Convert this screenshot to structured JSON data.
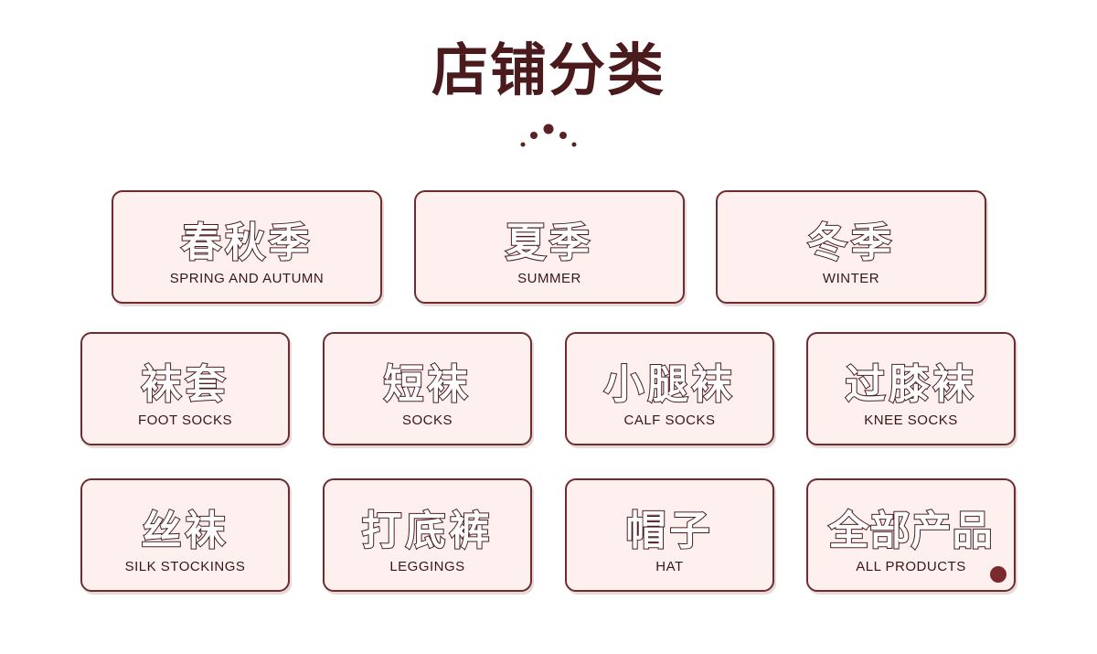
{
  "header": {
    "title": "店铺分类"
  },
  "categories": [
    {
      "cn": "春秋季",
      "en": "SPRING AND AUTUMN"
    },
    {
      "cn": "夏季",
      "en": "SUMMER"
    },
    {
      "cn": "冬季",
      "en": "WINTER"
    },
    {
      "cn": "袜套",
      "en": "FOOT SOCKS"
    },
    {
      "cn": "短袜",
      "en": "SOCKS"
    },
    {
      "cn": "小腿袜",
      "en": "CALF SOCKS"
    },
    {
      "cn": "过膝袜",
      "en": "KNEE SOCKS"
    },
    {
      "cn": "丝袜",
      "en": "SILK STOCKINGS"
    },
    {
      "cn": "打底裤",
      "en": "LEGGINGS"
    },
    {
      "cn": "帽子",
      "en": "HAT"
    },
    {
      "cn": "全部产品",
      "en": "ALL PRODUCTS"
    }
  ],
  "colors": {
    "accent": "#4a1a1c",
    "card_bg": "#fdf0ef",
    "card_border": "#6e2c2e"
  }
}
